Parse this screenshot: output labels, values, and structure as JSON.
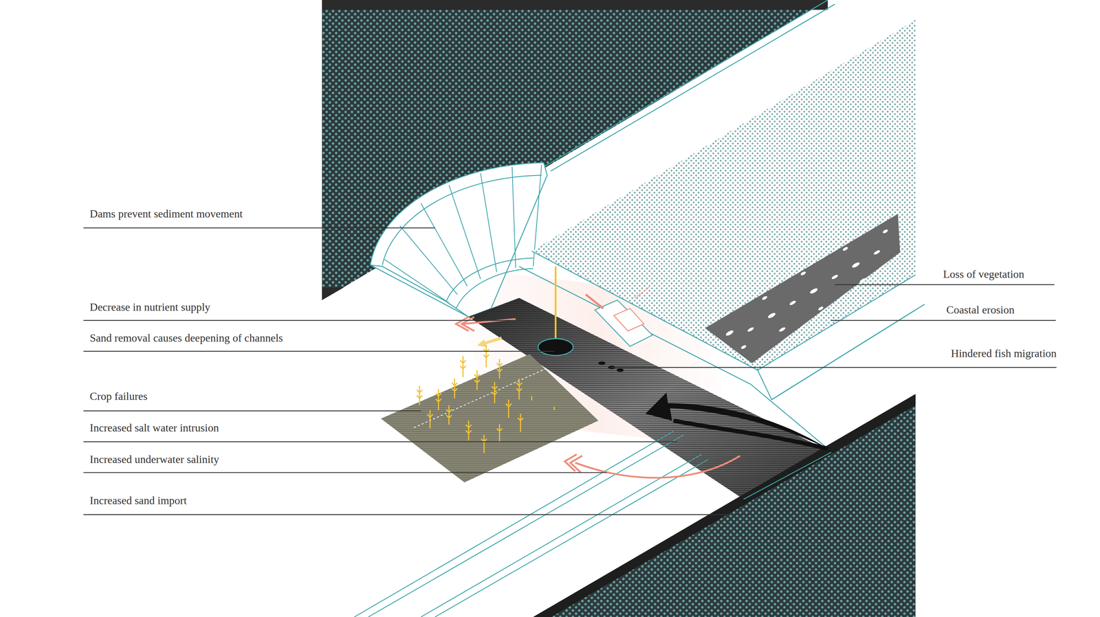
{
  "diagram": {
    "labels": [
      "Dams prevent sediment movement",
      "Decrease in nutrient supply",
      "Sand removal causes deepening of channels",
      "Crop failures",
      "Increased salt water intrusion",
      "Increased underwater salinity",
      "Increased sand import",
      "Loss of vegetation",
      "Coastal erosion",
      "Hindered fish migration"
    ]
  }
}
